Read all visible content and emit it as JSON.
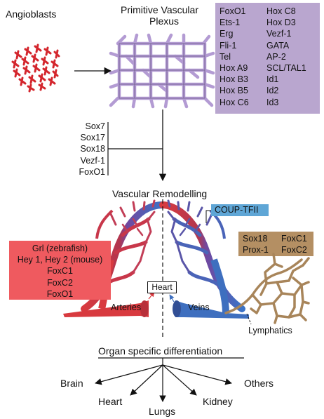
{
  "labels": {
    "angioblasts": "Angioblasts",
    "primitive_plexus_line1": "Primitive Vascular",
    "primitive_plexus_line2": "Plexus",
    "vascular_remodelling": "Vascular Remodelling",
    "coup_tfii": "COUP-TFII",
    "heart_center": "Heart",
    "arteries": "Arteries",
    "veins": "Veins",
    "lymphatics": "Lymphatics",
    "organ_specific": "Organ specific differentiation",
    "organs": {
      "brain": "Brain",
      "heart": "Heart",
      "lungs": "Lungs",
      "kidney": "Kidney",
      "others": "Others"
    }
  },
  "plexus_factors": {
    "col1": [
      "FoxO1",
      "Ets-1",
      "Erg",
      "Fli-1",
      "Tel",
      "Hox A9",
      "Hox B3",
      "Hox B5",
      "Hox C6"
    ],
    "col2": [
      "Hox C8",
      "Hox D3",
      "Vezf-1",
      "GATA",
      "AP-2",
      "SCL/TAL1",
      "Id1",
      "Id2",
      "Id3"
    ]
  },
  "arterial_regulators": [
    "Sox7",
    "Sox17",
    "Sox18",
    "Vezf-1",
    "FoxO1"
  ],
  "artery_factors": [
    "Grl (zebrafish)",
    "Hey 1, Hey 2 (mouse)",
    "FoxC1",
    "FoxC2",
    "FoxO1"
  ],
  "lymph_factors": {
    "col1": [
      "Sox18",
      "Prox-1"
    ],
    "col2": [
      "FoxC1",
      "FoxC2"
    ]
  },
  "colors": {
    "plexus_box": "#b9a6cf",
    "artery_box": "#ef5a5f",
    "coup_box": "#5fa6d6",
    "lymph_box": "#b48f63",
    "artery": "#d83a3f",
    "vein": "#3e6fbf",
    "lymph_vessel": "#a8855a",
    "angioblast": "#d4262d",
    "plexus_vessel": "#b39bd3"
  }
}
